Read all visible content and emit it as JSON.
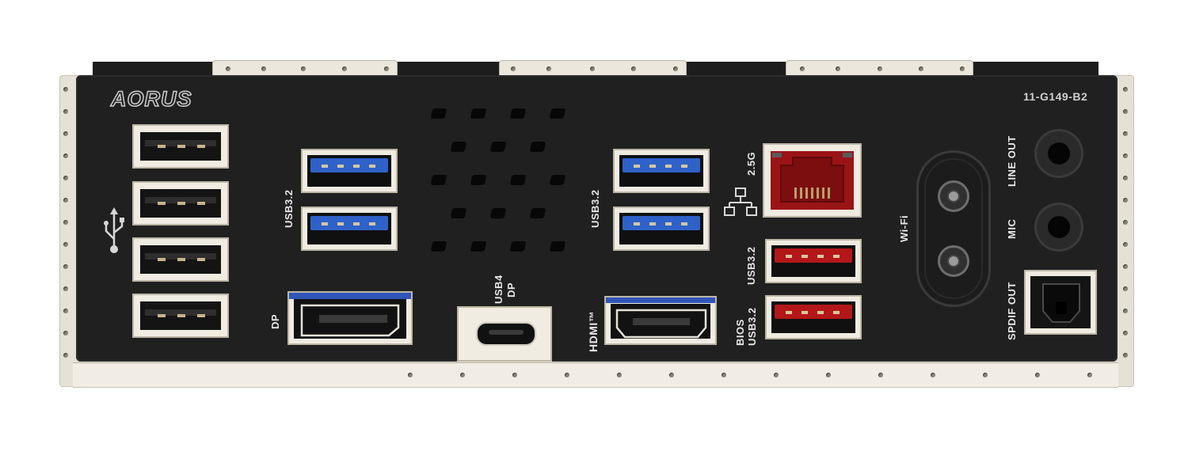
{
  "brand": {
    "logo": "AORUS",
    "part_number": "11-G149-B2"
  },
  "labels": {
    "usb32_left": "USB3.2",
    "usb32_mid": "USB3.2",
    "usb4_dp_line1": "USB4",
    "usb4_dp_line2": "DP",
    "dp": "DP",
    "hdmi": "HDMI™",
    "lan": "2.5G",
    "usb32_red": "USB3.2",
    "bios_line1": "BIOS",
    "bios_line2": "USB3.2",
    "wifi": "Wi-Fi",
    "line_out": "LINE OUT",
    "mic": "MIC",
    "spdif_out": "SPDIF OUT"
  },
  "icons": {
    "usb_symbol": "usb-icon",
    "network_symbol": "network-icon"
  },
  "colors": {
    "plate": "#202020",
    "usb3_blue": "#2f62c8",
    "usb_red": "#b3171a",
    "lan_red": "#9a1416",
    "frame": "#e6e1d6"
  }
}
